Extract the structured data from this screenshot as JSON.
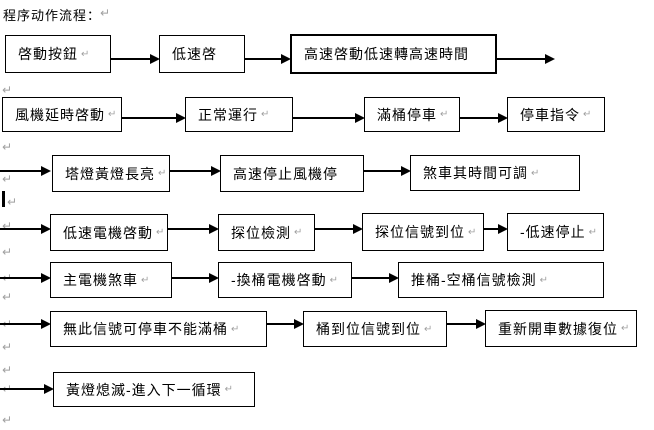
{
  "title": {
    "text": "程序动作流程："
  },
  "marks": {
    "return_mark": "↵"
  },
  "colors": {
    "box_border": "#000000",
    "text": "#000000",
    "arrow": "#000000",
    "mark_gray": "#a0a0a0",
    "background": "#ffffff"
  },
  "rows": [
    {
      "boxes": [
        {
          "label": "啓動按鈕",
          "mark": "↵"
        },
        {
          "label": "低速啓",
          "mark": ""
        },
        {
          "label": "高速啓動低速轉高速時間",
          "mark": ""
        }
      ]
    },
    {
      "boxes": [
        {
          "label": "風機延時啓動",
          "mark": "↵"
        },
        {
          "label": "正常運行",
          "mark": "↵"
        },
        {
          "label": "滿桶停車",
          "mark": "↵"
        },
        {
          "label": "停車指令",
          "mark": "↵"
        }
      ]
    },
    {
      "boxes": [
        {
          "label": "塔燈黃燈長亮",
          "mark": "↵"
        },
        {
          "label": "高速停止風機停",
          "mark": ""
        },
        {
          "label": "煞車其時間可調",
          "mark": "↵"
        }
      ]
    },
    {
      "boxes": [
        {
          "label": "低速電機啓動",
          "mark": "↵"
        },
        {
          "label": "探位檢測",
          "mark": "↵"
        },
        {
          "label": "探位信號到位",
          "mark": "↵"
        },
        {
          "label": "-低速停止",
          "mark": "↵"
        }
      ]
    },
    {
      "boxes": [
        {
          "label": "主電機煞車",
          "mark": "↵"
        },
        {
          "label": "-換桶電機啓動",
          "mark": "↵"
        },
        {
          "label": "推桶-空桶信號檢測",
          "mark": "↵"
        }
      ]
    },
    {
      "boxes": [
        {
          "label": "無此信號可停車不能滿桶",
          "mark": "↵"
        },
        {
          "label": "桶到位信號到位",
          "mark": "↵"
        },
        {
          "label": "重新開車數據復位",
          "mark": "↵"
        }
      ]
    },
    {
      "boxes": [
        {
          "label": "黃燈熄滅-進入下一循環",
          "mark": "↵"
        }
      ]
    }
  ]
}
